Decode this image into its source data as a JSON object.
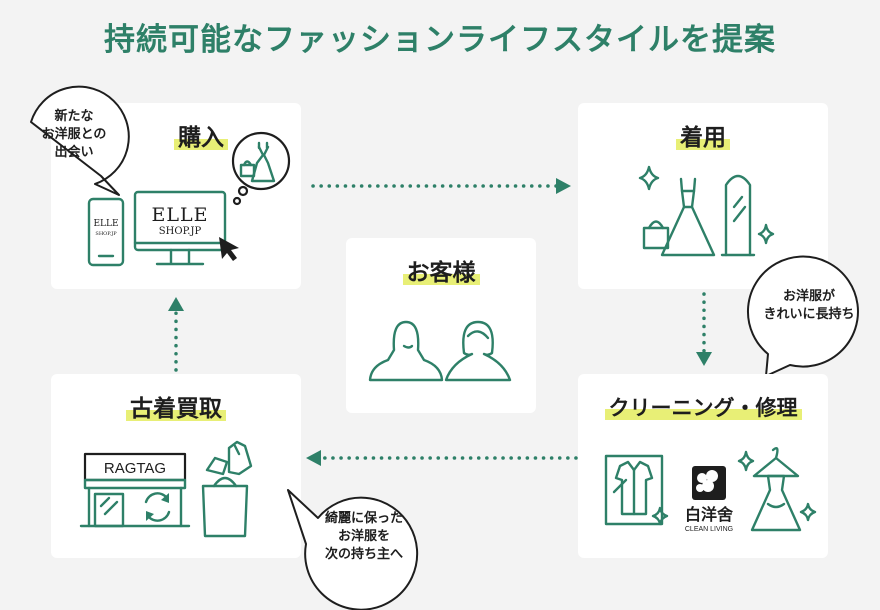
{
  "title": "持続可能なファッションライフスタイルを提案",
  "center": {
    "label": "お客様"
  },
  "stages": {
    "purchase": {
      "label": "購入",
      "bubble": [
        "新たな",
        "お洋服との",
        "出会い"
      ],
      "brand_main": "ELLE",
      "brand_sub": "SHOP.JP",
      "phone_brand_main": "ELLE",
      "phone_brand_sub": "SHOP.JP"
    },
    "wear": {
      "label": "着用"
    },
    "cleaning": {
      "label": "クリーニング・修理",
      "bubble": [
        "お洋服が",
        "きれいに長持ち"
      ],
      "brand_main": "白洋舍",
      "brand_sub": "CLEAN LIVING"
    },
    "buyback": {
      "label": "古着買取",
      "bubble": [
        "綺麗に保った",
        "お洋服を",
        "次の持ち主へ"
      ],
      "store_sign": "RAGTAG"
    }
  },
  "colors": {
    "accent": "#2e8068",
    "highlight": "#e8ef76",
    "card": "#ffffff",
    "background": "#f3f3f3"
  },
  "icons": [
    "monitor-icon",
    "smartphone-icon",
    "cursor-icon",
    "dress-icon",
    "handbag-icon",
    "mirror-icon",
    "sparkle-icon",
    "person-icon",
    "shirt-icon",
    "hanger-icon",
    "store-icon",
    "shopping-bag-icon",
    "recycle-icon"
  ]
}
